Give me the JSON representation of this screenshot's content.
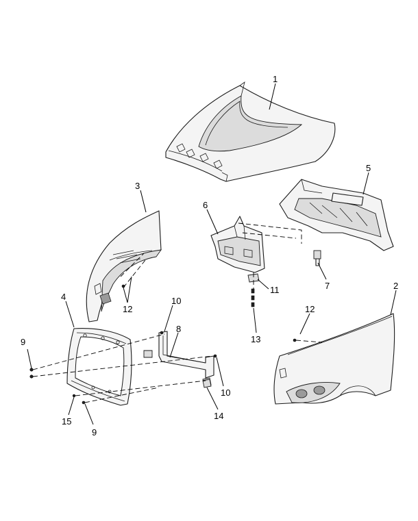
{
  "callouts": [
    {
      "id": "c1",
      "text": "1"
    },
    {
      "id": "c2",
      "text": "2"
    },
    {
      "id": "c3",
      "text": "3"
    },
    {
      "id": "c4",
      "text": "4"
    },
    {
      "id": "c5",
      "text": "5"
    },
    {
      "id": "c6",
      "text": "6"
    },
    {
      "id": "c7",
      "text": "7"
    },
    {
      "id": "c8",
      "text": "8"
    },
    {
      "id": "c9a",
      "text": "9"
    },
    {
      "id": "c9b",
      "text": "9"
    },
    {
      "id": "c10a",
      "text": "10"
    },
    {
      "id": "c10b",
      "text": "10"
    },
    {
      "id": "c11",
      "text": "11"
    },
    {
      "id": "c12a",
      "text": "12"
    },
    {
      "id": "c12b",
      "text": "12"
    },
    {
      "id": "c13",
      "text": "13"
    },
    {
      "id": "c14",
      "text": "14"
    },
    {
      "id": "c15",
      "text": "15"
    }
  ],
  "colors": {
    "line": "#1a1a1a",
    "fill": "#f4f4f4",
    "shade": "#dcdcdc"
  }
}
